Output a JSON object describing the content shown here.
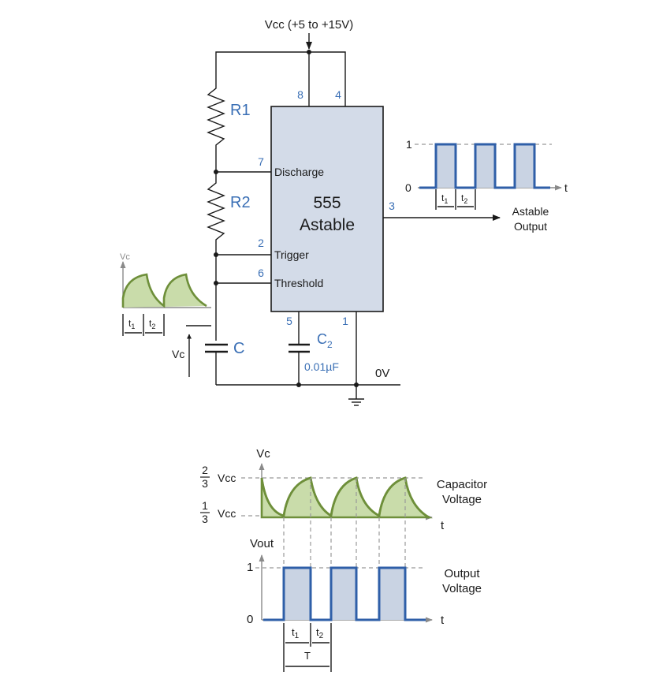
{
  "supply": {
    "label": "Vcc (+5 to +15V)"
  },
  "ground_label": "0V",
  "chip": {
    "name": "555",
    "mode": "Astable"
  },
  "pins": {
    "p8": "8",
    "p4": "4",
    "p7": "7",
    "p2": "2",
    "p6": "6",
    "p3": "3",
    "p5": "5",
    "p1": "1"
  },
  "pin_labels": {
    "discharge": "Discharge",
    "trigger": "Trigger",
    "threshold": "Threshold"
  },
  "components": {
    "r1": "R1",
    "r2": "R2",
    "c": "C",
    "c2_name": "C",
    "c2_sub": "2",
    "c2_value": "0.01µF"
  },
  "output": {
    "line1": "Astable",
    "line2": "Output",
    "high": "1",
    "low": "0",
    "axis": "t"
  },
  "timing": {
    "t1": "t",
    "t1_sub": "1",
    "t2": "t",
    "t2_sub": "2",
    "period": "T"
  },
  "vc_label": "Vc",
  "bottom": {
    "vc_axis": "Vc",
    "upper_num": "2",
    "upper_den": "3",
    "upper_vcc": "Vcc",
    "lower_num": "1",
    "lower_den": "3",
    "lower_vcc": "Vcc",
    "cap_line1": "Capacitor",
    "cap_line2": "Voltage",
    "t_axis_1": "t",
    "vout_axis": "Vout",
    "high": "1",
    "low": "0",
    "out_line1": "Output",
    "out_line2": "Voltage",
    "t_axis_2": "t"
  },
  "colors": {
    "wave_blue": "#2f5fa8",
    "wave_fill_blue": "#c9d3e3",
    "cap_green": "#6e8f3a",
    "cap_fill_green": "#c9dcaa",
    "chip_fill": "#d3dbe8",
    "pin_blue": "#3a6fb5"
  }
}
